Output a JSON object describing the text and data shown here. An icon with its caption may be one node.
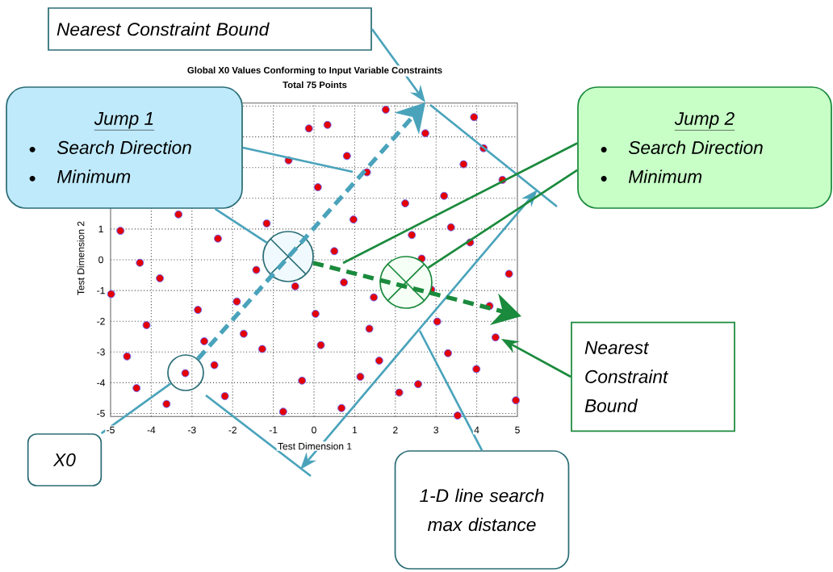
{
  "diagram": {
    "nodes": [
      {
        "text": [
          "Nearest Constraint Bound"
        ]
      },
      {
        "text": [
          "Jump 1",
          "Search Direction",
          "Minimum"
        ]
      },
      {
        "text": [
          "Jump 2",
          "Search Direction",
          "Minimum"
        ]
      },
      {
        "text": [
          "Nearest Constraint Bound"
        ]
      },
      {
        "text": [
          "X0"
        ]
      },
      {
        "text": [
          "1-D line search max distance"
        ]
      },
      {
        "text": [],
        "shape": "circle"
      },
      {
        "text": [],
        "shape": "circle"
      },
      {
        "text": [],
        "shape": "circle"
      }
    ],
    "edges": [
      {
        "from": 0,
        "to": null,
        "arrow": "to"
      },
      {
        "from": 1,
        "to": null,
        "arrow": "none"
      },
      {
        "from": 1,
        "to": 6,
        "arrow": "none"
      },
      {
        "from": 2,
        "to": null,
        "arrow": "none",
        "color": "#1a8a3c"
      },
      {
        "from": 2,
        "to": 7,
        "arrow": "none",
        "color": "#1a8a3c"
      },
      {
        "from": 3,
        "to": null,
        "arrow": "to",
        "color": "#1a8a3c"
      },
      {
        "from": 4,
        "to": 8,
        "arrow": "none"
      },
      {
        "from": 5,
        "to": null,
        "arrow": "none"
      },
      {
        "from": 8,
        "to": null,
        "arrow": "to",
        "style": "dashed"
      },
      {
        "from": 6,
        "to": null,
        "arrow": "to",
        "style": "dashed",
        "color": "#1a8a3c"
      }
    ],
    "labels": [
      "Global X0 Values Conforming to Input Variable Constraints",
      "Total 75 Points",
      "1",
      "0",
      "-1",
      "-2",
      "-3",
      "-4",
      "-5",
      "Test Dimension 2",
      "-5",
      "-4",
      "-3",
      "-2",
      "-1",
      "0",
      "1",
      "2",
      "3",
      "4",
      "5",
      "Test Dimension 1"
    ]
  }
}
